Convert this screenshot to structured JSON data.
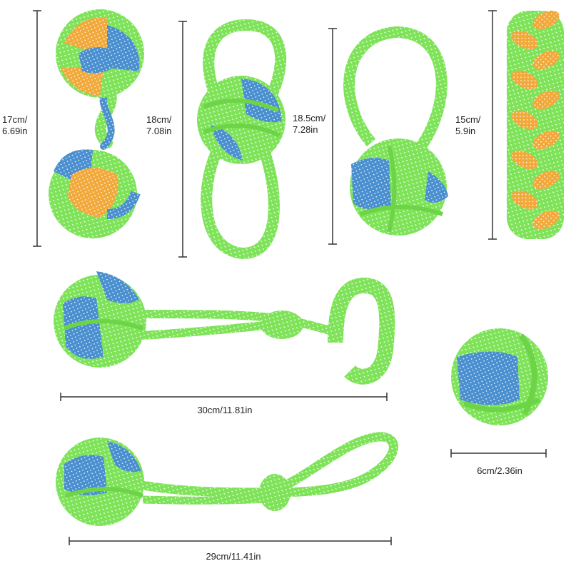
{
  "image_description_free": true,
  "colors": {
    "green": "#7fe35a",
    "green_dark": "#5cc83a",
    "blue": "#4a8fd0",
    "orange": "#f2a93c",
    "thread_white": "#ffffff",
    "dimension_line": "#333333"
  },
  "toys": [
    {
      "icon": "dumbbell-double-ball-rope-toy-icon",
      "dimension": {
        "line1": "17cm/",
        "line2": "6.69in"
      }
    },
    {
      "icon": "double-loop-knot-rope-toy-icon",
      "dimension": {
        "line1": "18cm/",
        "line2": "7.08in"
      }
    },
    {
      "icon": "single-loop-knot-ball-rope-toy-icon",
      "dimension": {
        "line1": "18.5cm/",
        "line2": "7.28in"
      }
    },
    {
      "icon": "braided-stick-rope-toy-icon",
      "dimension": {
        "line1": "15cm/",
        "line2": "5.9in"
      }
    },
    {
      "icon": "ball-with-tug-handle-rope-toy-icon",
      "dimension": {
        "line1": "30cm/11.81in"
      }
    },
    {
      "icon": "small-knot-ball-rope-toy-icon",
      "dimension": {
        "line1": "6cm/2.36in"
      }
    },
    {
      "icon": "ball-with-long-loop-rope-toy-icon",
      "dimension": {
        "line1": "29cm/11.41in"
      }
    }
  ]
}
